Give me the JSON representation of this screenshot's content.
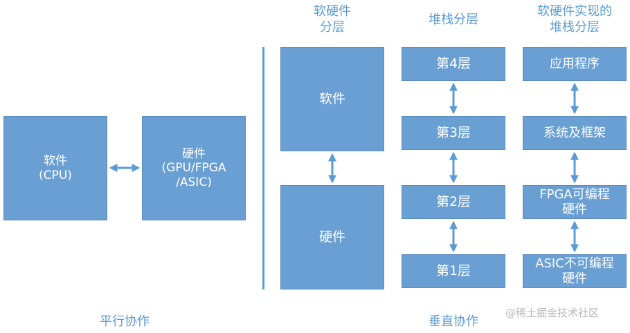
{
  "headings": {
    "software_hardware_layer": "软硬件\n分层",
    "stack_layers": "堆栈分层",
    "implemented_stack": "软硬件实现的\n堆栈分层",
    "parallel": "平行协作",
    "vertical": "垂直协作"
  },
  "parallel": {
    "software": "软件\n(CPU)",
    "hardware": "硬件\n(GPU/FPGA\n/ASIC)"
  },
  "layer_split": {
    "software": "软件",
    "hardware": "硬件"
  },
  "stack": {
    "layer4": "第4层",
    "layer3": "第3层",
    "layer2": "第2层",
    "layer1": "第1层"
  },
  "implemented": {
    "application": "应用程序",
    "system_framework": "系统及框架",
    "fpga": "FPGA可编程\n硬件",
    "asic": "ASIC不可编程\n硬件"
  },
  "watermark": "@稀土掘金技术社区",
  "colors": {
    "box_fill": "#6a9fd4",
    "accent": "#5b9bd5"
  }
}
